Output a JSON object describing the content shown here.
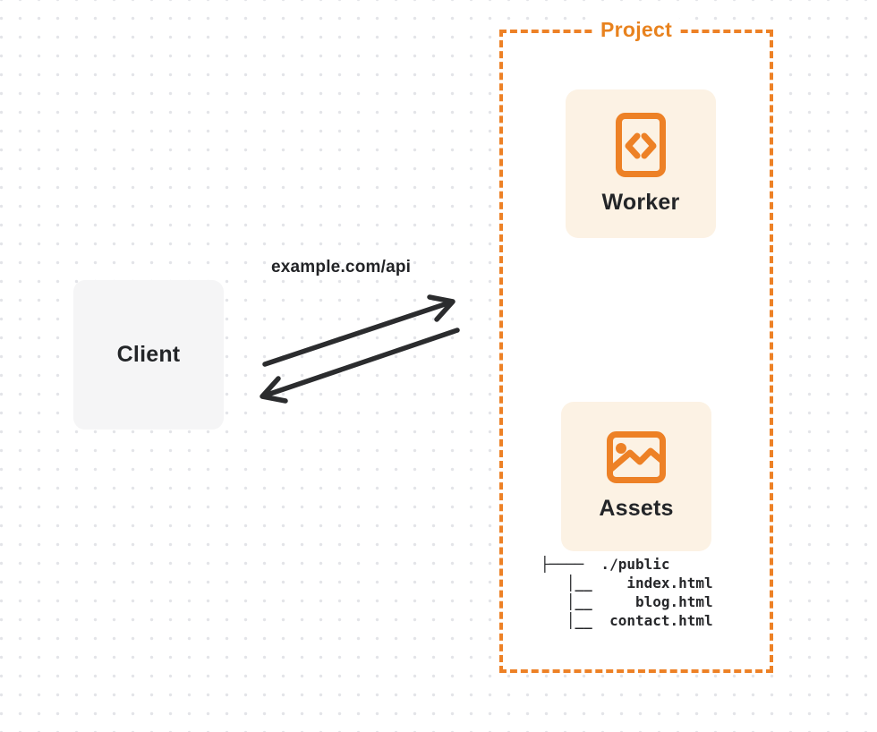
{
  "client": {
    "label": "Client"
  },
  "request_label": "example.com/api",
  "project": {
    "label": "Project"
  },
  "worker": {
    "label": "Worker",
    "icon": "code-document-icon"
  },
  "assets": {
    "label": "Assets",
    "icon": "image-icon"
  },
  "file_tree": {
    "lines": [
      "├────  ./public",
      "   │__    index.html",
      "   │__     blog.html",
      "   │__  contact.html"
    ]
  },
  "colors": {
    "accent_orange": "#ed8126",
    "project_label_orange": "#e8821e",
    "card_cream": "#fcf2e4",
    "client_gray": "#f5f5f6",
    "arrow_dark": "#2b2c2e",
    "text_dark": "#232528",
    "dot_grid": "#e3e4e8"
  }
}
